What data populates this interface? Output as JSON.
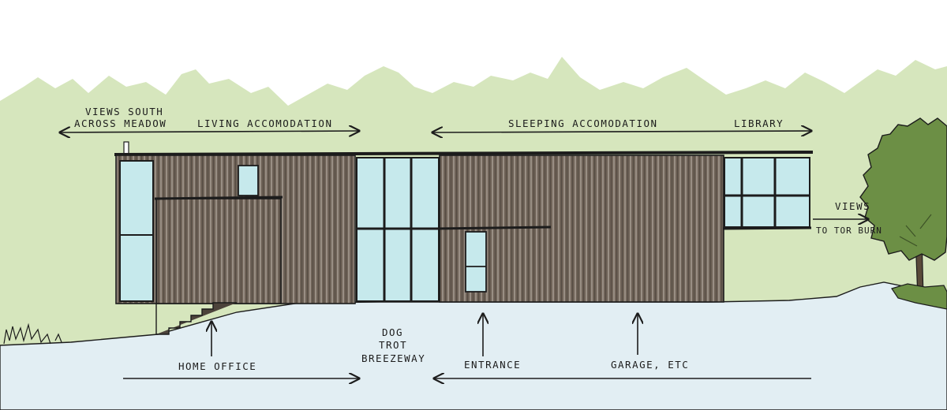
{
  "annotations": {
    "views_south_line1": "VIEWS SOUTH",
    "views_south_line2": "ACROSS MEADOW",
    "living": "LIVING ACCOMODATION",
    "sleeping": "SLEEPING ACCOMODATION",
    "library": "LIBRARY",
    "views_east_line1": "VIEWS",
    "views_east_line2": "TO TOR BURN",
    "home_office": "HOME OFFICE",
    "dog_trot_line1": "DOG",
    "dog_trot_line2": "TROT",
    "dog_trot_line3": "BREEZEWAY",
    "entrance": "ENTRANCE",
    "garage": "GARAGE, ETC"
  },
  "colors": {
    "hills": "#d6e6bd",
    "ground": "#e2eef3",
    "cladding": "#6e6257",
    "glazing": "#c6e9ec",
    "tree_canopy": "#6c8f45",
    "ink": "#1c1c1c"
  }
}
